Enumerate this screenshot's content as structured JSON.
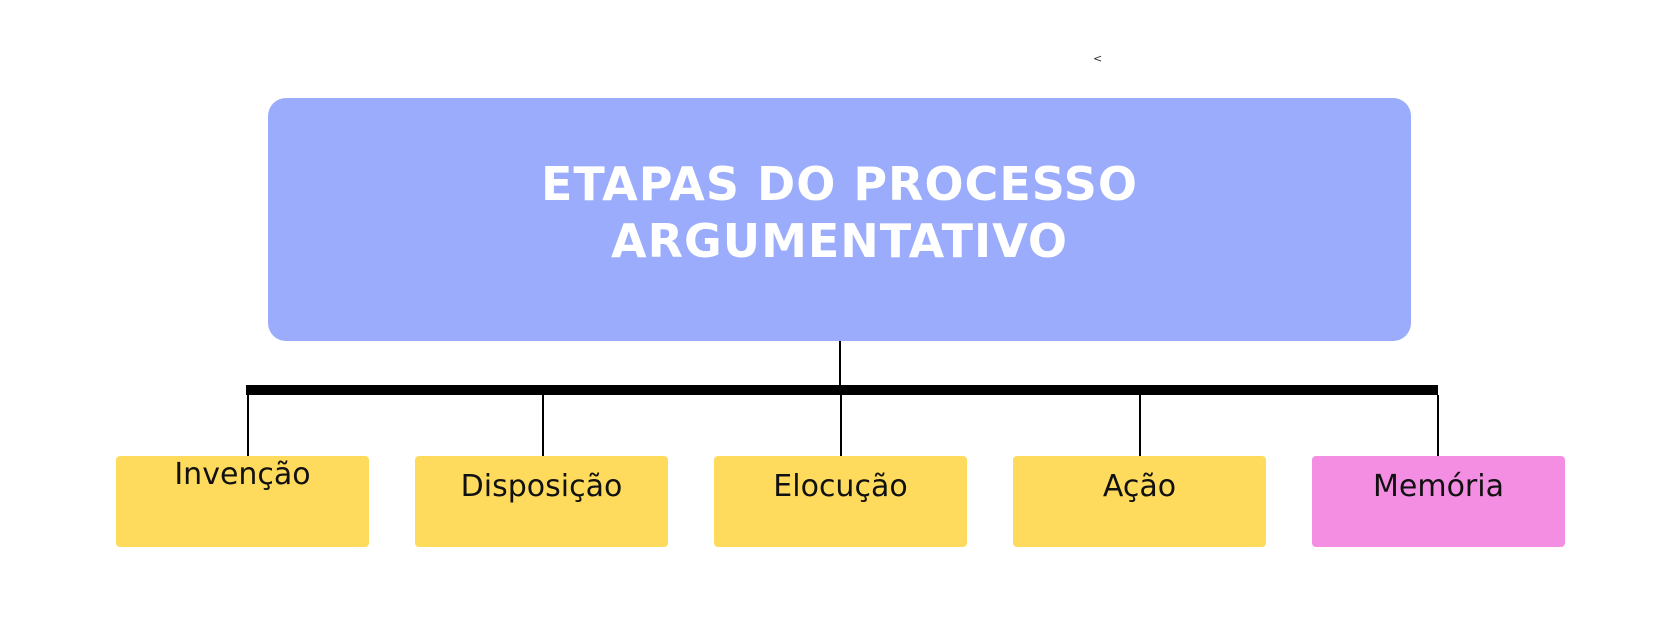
{
  "stray_mark": "<",
  "title": {
    "line1": "ETAPAS DO PROCESSO",
    "line2": "ARGUMENTATIVO"
  },
  "colors": {
    "title_box": "#9aacfb",
    "node_yellow": "#fedb5c",
    "node_pink": "#f48ee3",
    "connector": "#000000"
  },
  "nodes": [
    {
      "label": "Invenção",
      "color": "#fedb5c"
    },
    {
      "label": "Disposição",
      "color": "#fedb5c"
    },
    {
      "label": "Elocução",
      "color": "#fedb5c"
    },
    {
      "label": "Ação",
      "color": "#fedb5c"
    },
    {
      "label": "Memória",
      "color": "#f48ee3"
    }
  ]
}
